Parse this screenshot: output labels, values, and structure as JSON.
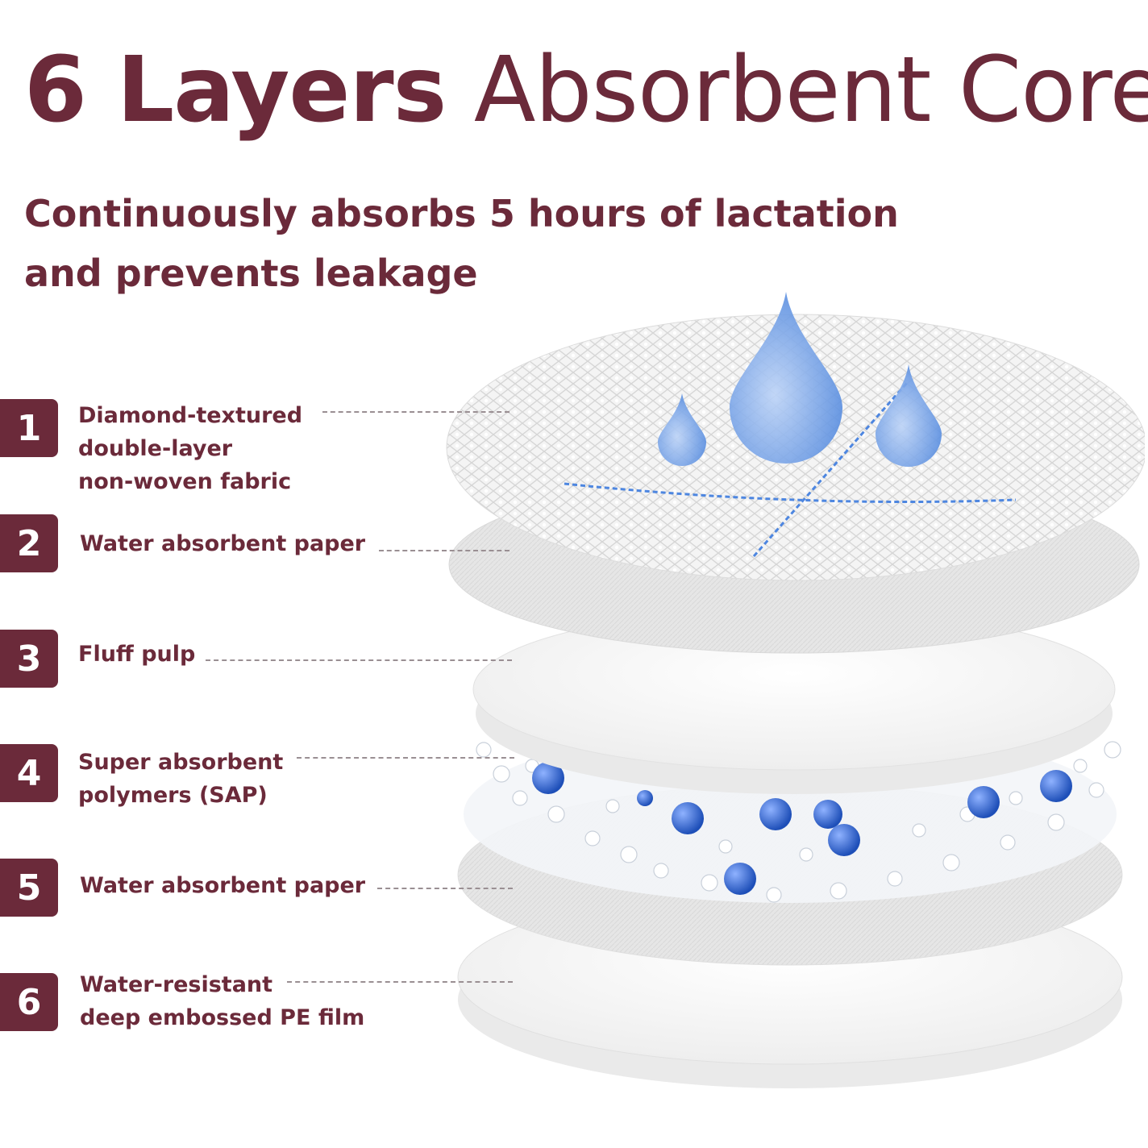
{
  "header": {
    "title_bold": "6 Layers",
    "title_light": "Absorbent Core",
    "subtitle_line1": "Continuously absorbs 5 hours of lactation",
    "subtitle_line2": "and prevents leakage"
  },
  "layers": [
    {
      "number": "1",
      "lines": [
        "Diamond-textured",
        "double-layer",
        "non-woven fabric"
      ]
    },
    {
      "number": "2",
      "lines": [
        "Water absorbent paper"
      ]
    },
    {
      "number": "3",
      "lines": [
        "Fluff pulp"
      ]
    },
    {
      "number": "4",
      "lines": [
        "Super absorbent",
        "polymers (SAP)"
      ]
    },
    {
      "number": "5",
      "lines": [
        "Water absorbent paper"
      ]
    },
    {
      "number": "6",
      "lines": [
        "Water-resistant",
        "deep embossed PE film"
      ]
    }
  ],
  "colors": {
    "brand": "#6b2a3a",
    "badge_text": "#ffffff",
    "droplet": "#5b8fe0",
    "sap_bead": "#2f66d0"
  },
  "icons": [
    "water-drop-icon",
    "sap-bead-icon"
  ]
}
